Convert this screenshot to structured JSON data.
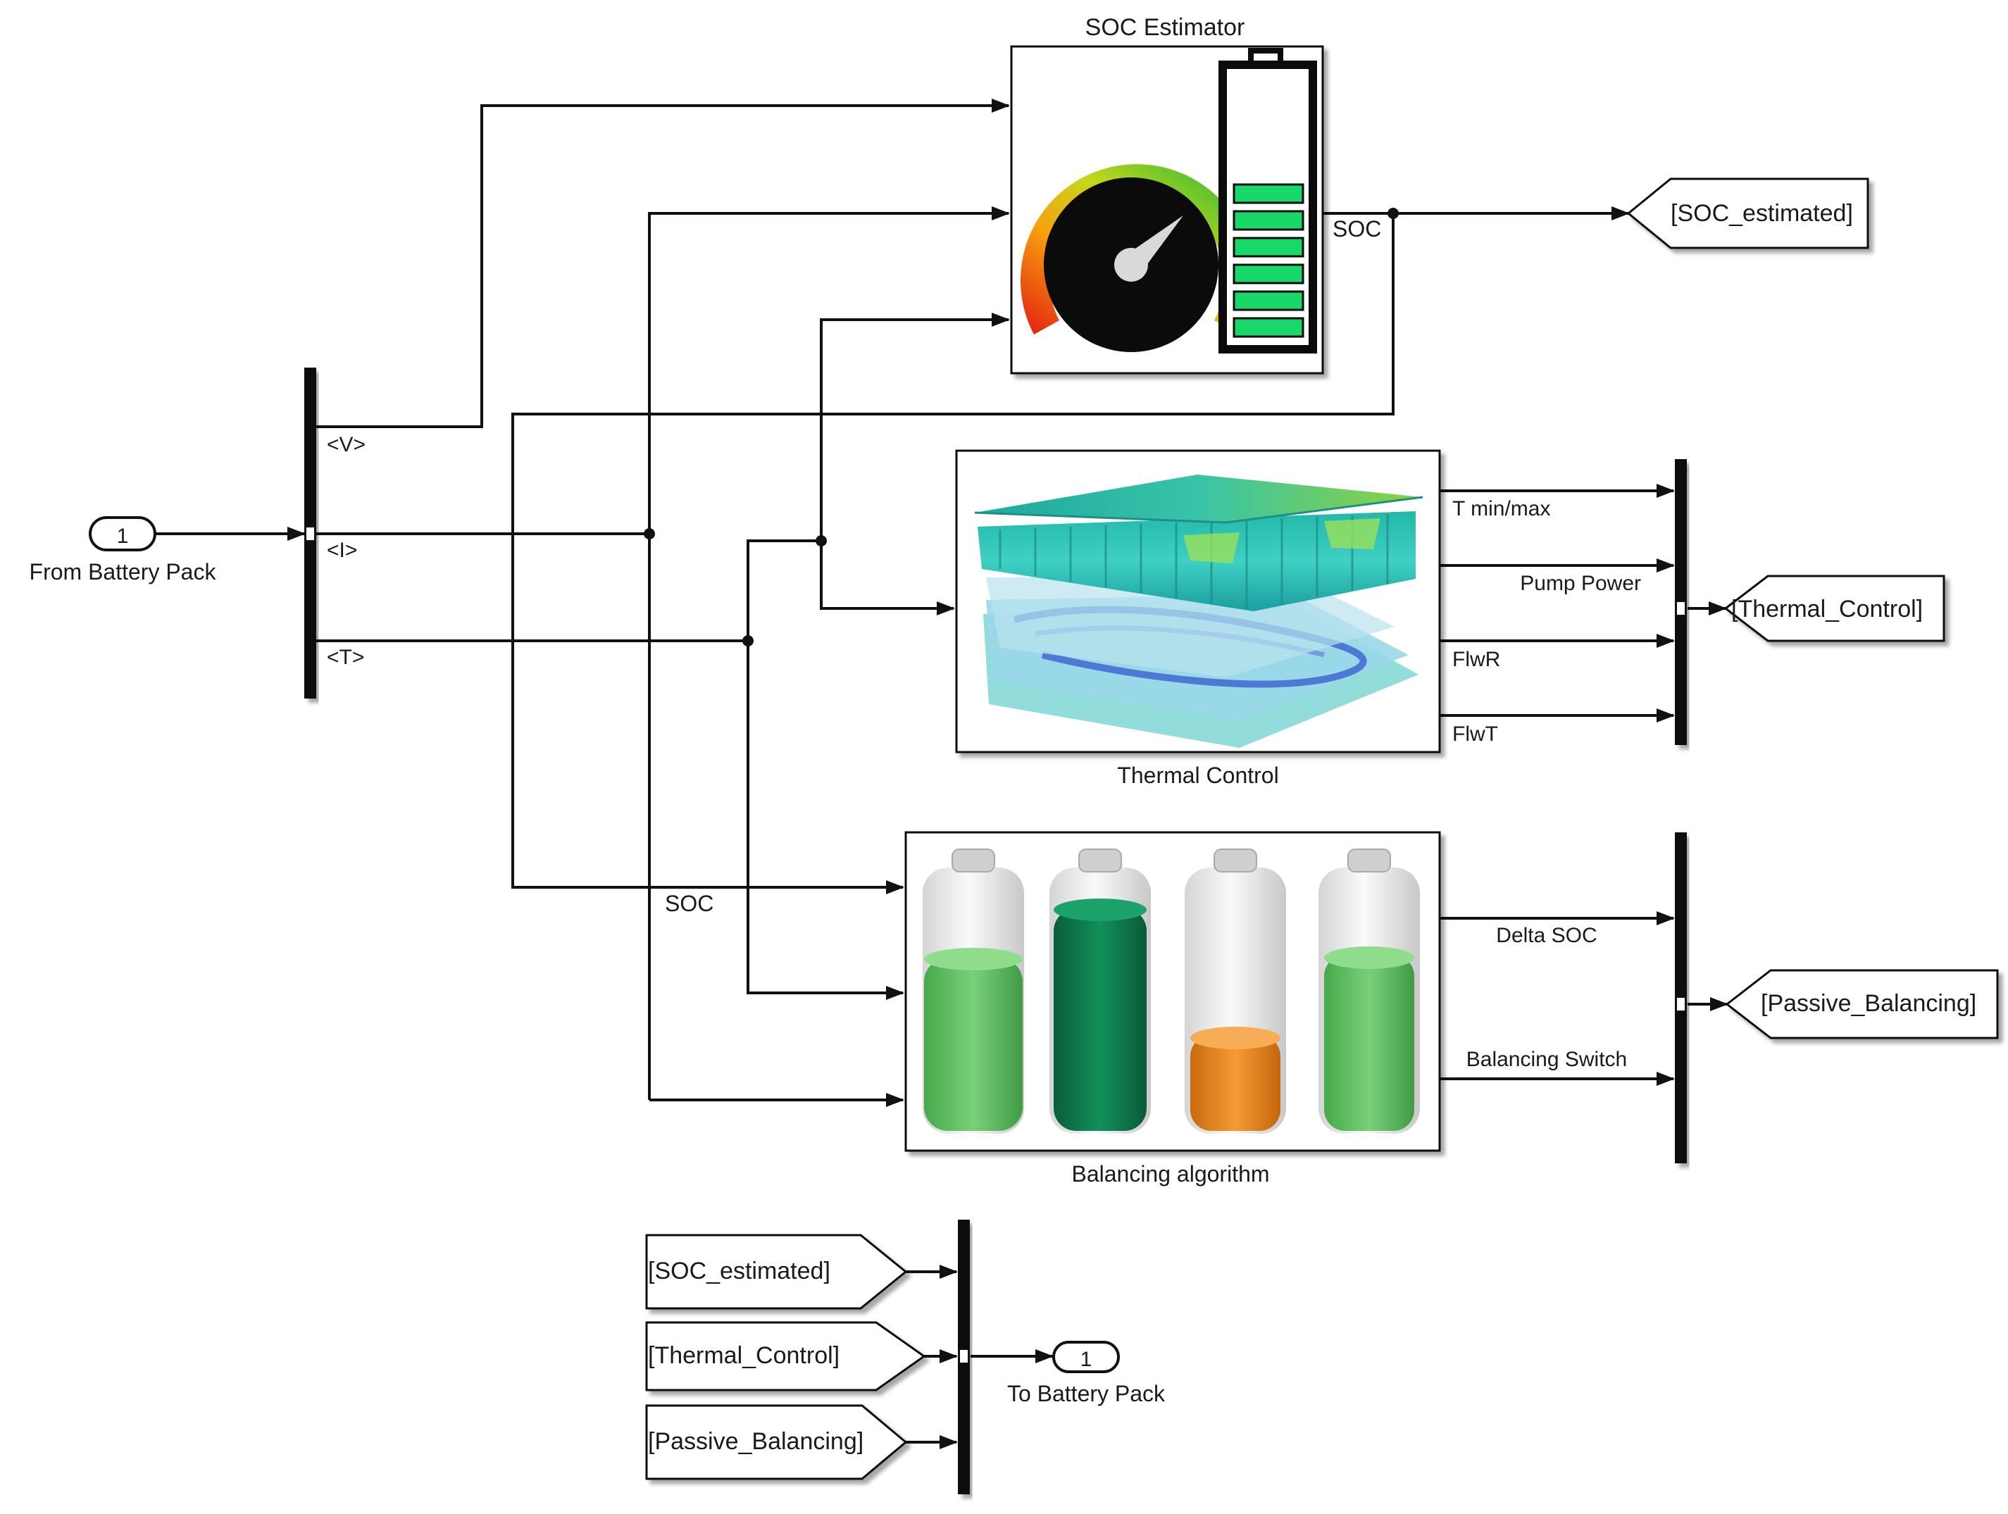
{
  "inport": {
    "number": "1",
    "label": "From Battery Pack"
  },
  "outport": {
    "number": "1",
    "label": "To Battery Pack"
  },
  "bus_selector": {
    "signals": [
      "<V>",
      "<I>",
      "<T>"
    ]
  },
  "blocks": {
    "soc_estimator": {
      "title": "SOC Estimator",
      "output_label": "SOC"
    },
    "thermal_control": {
      "title": "Thermal Control",
      "outputs": [
        "T min/max",
        "Pump Power",
        "FlwR",
        "FlwT"
      ]
    },
    "balancing": {
      "title": "Balancing algorithm",
      "input_label": "SOC",
      "outputs": [
        "Delta SOC",
        "Balancing Switch"
      ]
    }
  },
  "goto_tags": {
    "soc": "[SOC_estimated]",
    "thermal": "[Thermal_Control]",
    "balancing": "[Passive_Balancing]"
  },
  "from_tags": {
    "soc": "[SOC_estimated]",
    "thermal": "[Thermal_Control]",
    "balancing": "[Passive_Balancing]"
  },
  "colors": {
    "wire": "#111111",
    "gauge_dial": "#0b0b0b",
    "battery_bar": "#19d86a",
    "cell_green": "#5fbe62",
    "cell_dark_green": "#0e7a4d",
    "cell_orange": "#e8861c",
    "thermal_teal": "#35c9c0"
  },
  "icons": {
    "soc_estimator": "gauge-and-battery-icon",
    "thermal_control": "thermal-layers-icon",
    "balancing": "battery-cells-icon"
  }
}
